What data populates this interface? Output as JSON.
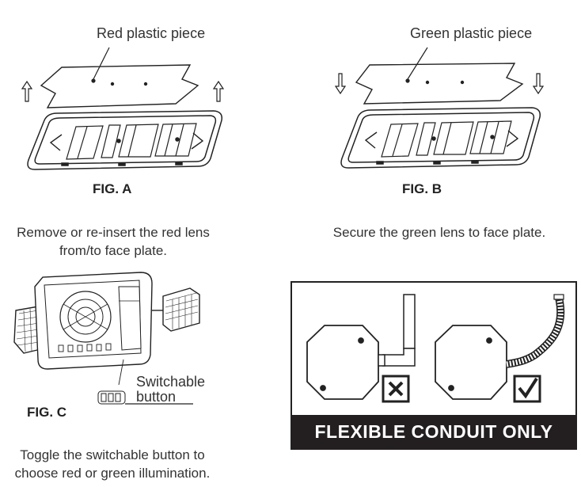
{
  "fig_a": {
    "callout": "Red plastic piece",
    "label": "FIG. A",
    "caption_line1": "Remove or re-insert the red lens",
    "caption_line2": "from/to face plate."
  },
  "fig_b": {
    "callout": "Green plastic piece",
    "label": "FIG. B",
    "caption": "Secure the green lens to face plate."
  },
  "fig_c": {
    "callout_line1": "Switchable",
    "callout_line2": "button",
    "label": "FIG. C",
    "caption_line1": "Toggle the switchable button to",
    "caption_line2": "choose red or green illumination."
  },
  "conduit_panel": {
    "banner": "FLEXIBLE CONDUIT ONLY",
    "rigid_mark": "cross",
    "flexible_mark": "check"
  },
  "colors": {
    "line": "#222222",
    "banner_bg": "#231f20",
    "banner_text": "#ffffff"
  }
}
